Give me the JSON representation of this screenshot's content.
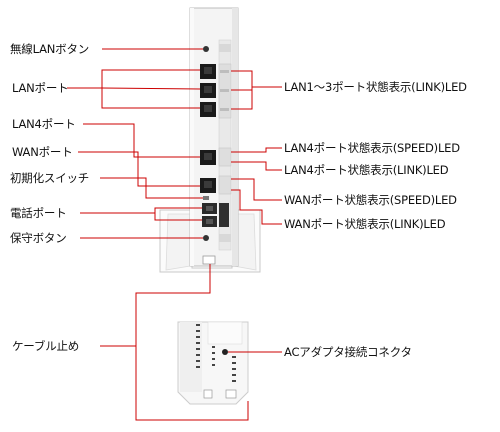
{
  "labels": {
    "wireless_lan_button": "無線LANボタン",
    "lan_port": "LANポート",
    "lan4_port": "LAN4ポート",
    "wan_port": "WANポート",
    "init_switch": "初期化スイッチ",
    "phone_port": "電話ポート",
    "maintenance_button": "保守ボタン",
    "cable_clip": "ケーブル止め",
    "lan1_3_link_led": "LAN1～3ポート状態表示(LINK)LED",
    "lan4_speed_led": "LAN4ポート状態表示(SPEED)LED",
    "lan4_link_led": "LAN4ポート状態表示(LINK)LED",
    "wan_speed_led": "WANポート状態表示(SPEED)LED",
    "wan_link_led": "WANポート状態表示(LINK)LED",
    "ac_adapter_connector": "ACアダプタ接続コネクタ"
  },
  "colors": {
    "leader_line": "#cc0000",
    "device_body": "#f2f2f2",
    "port": "#1a1a1a"
  }
}
